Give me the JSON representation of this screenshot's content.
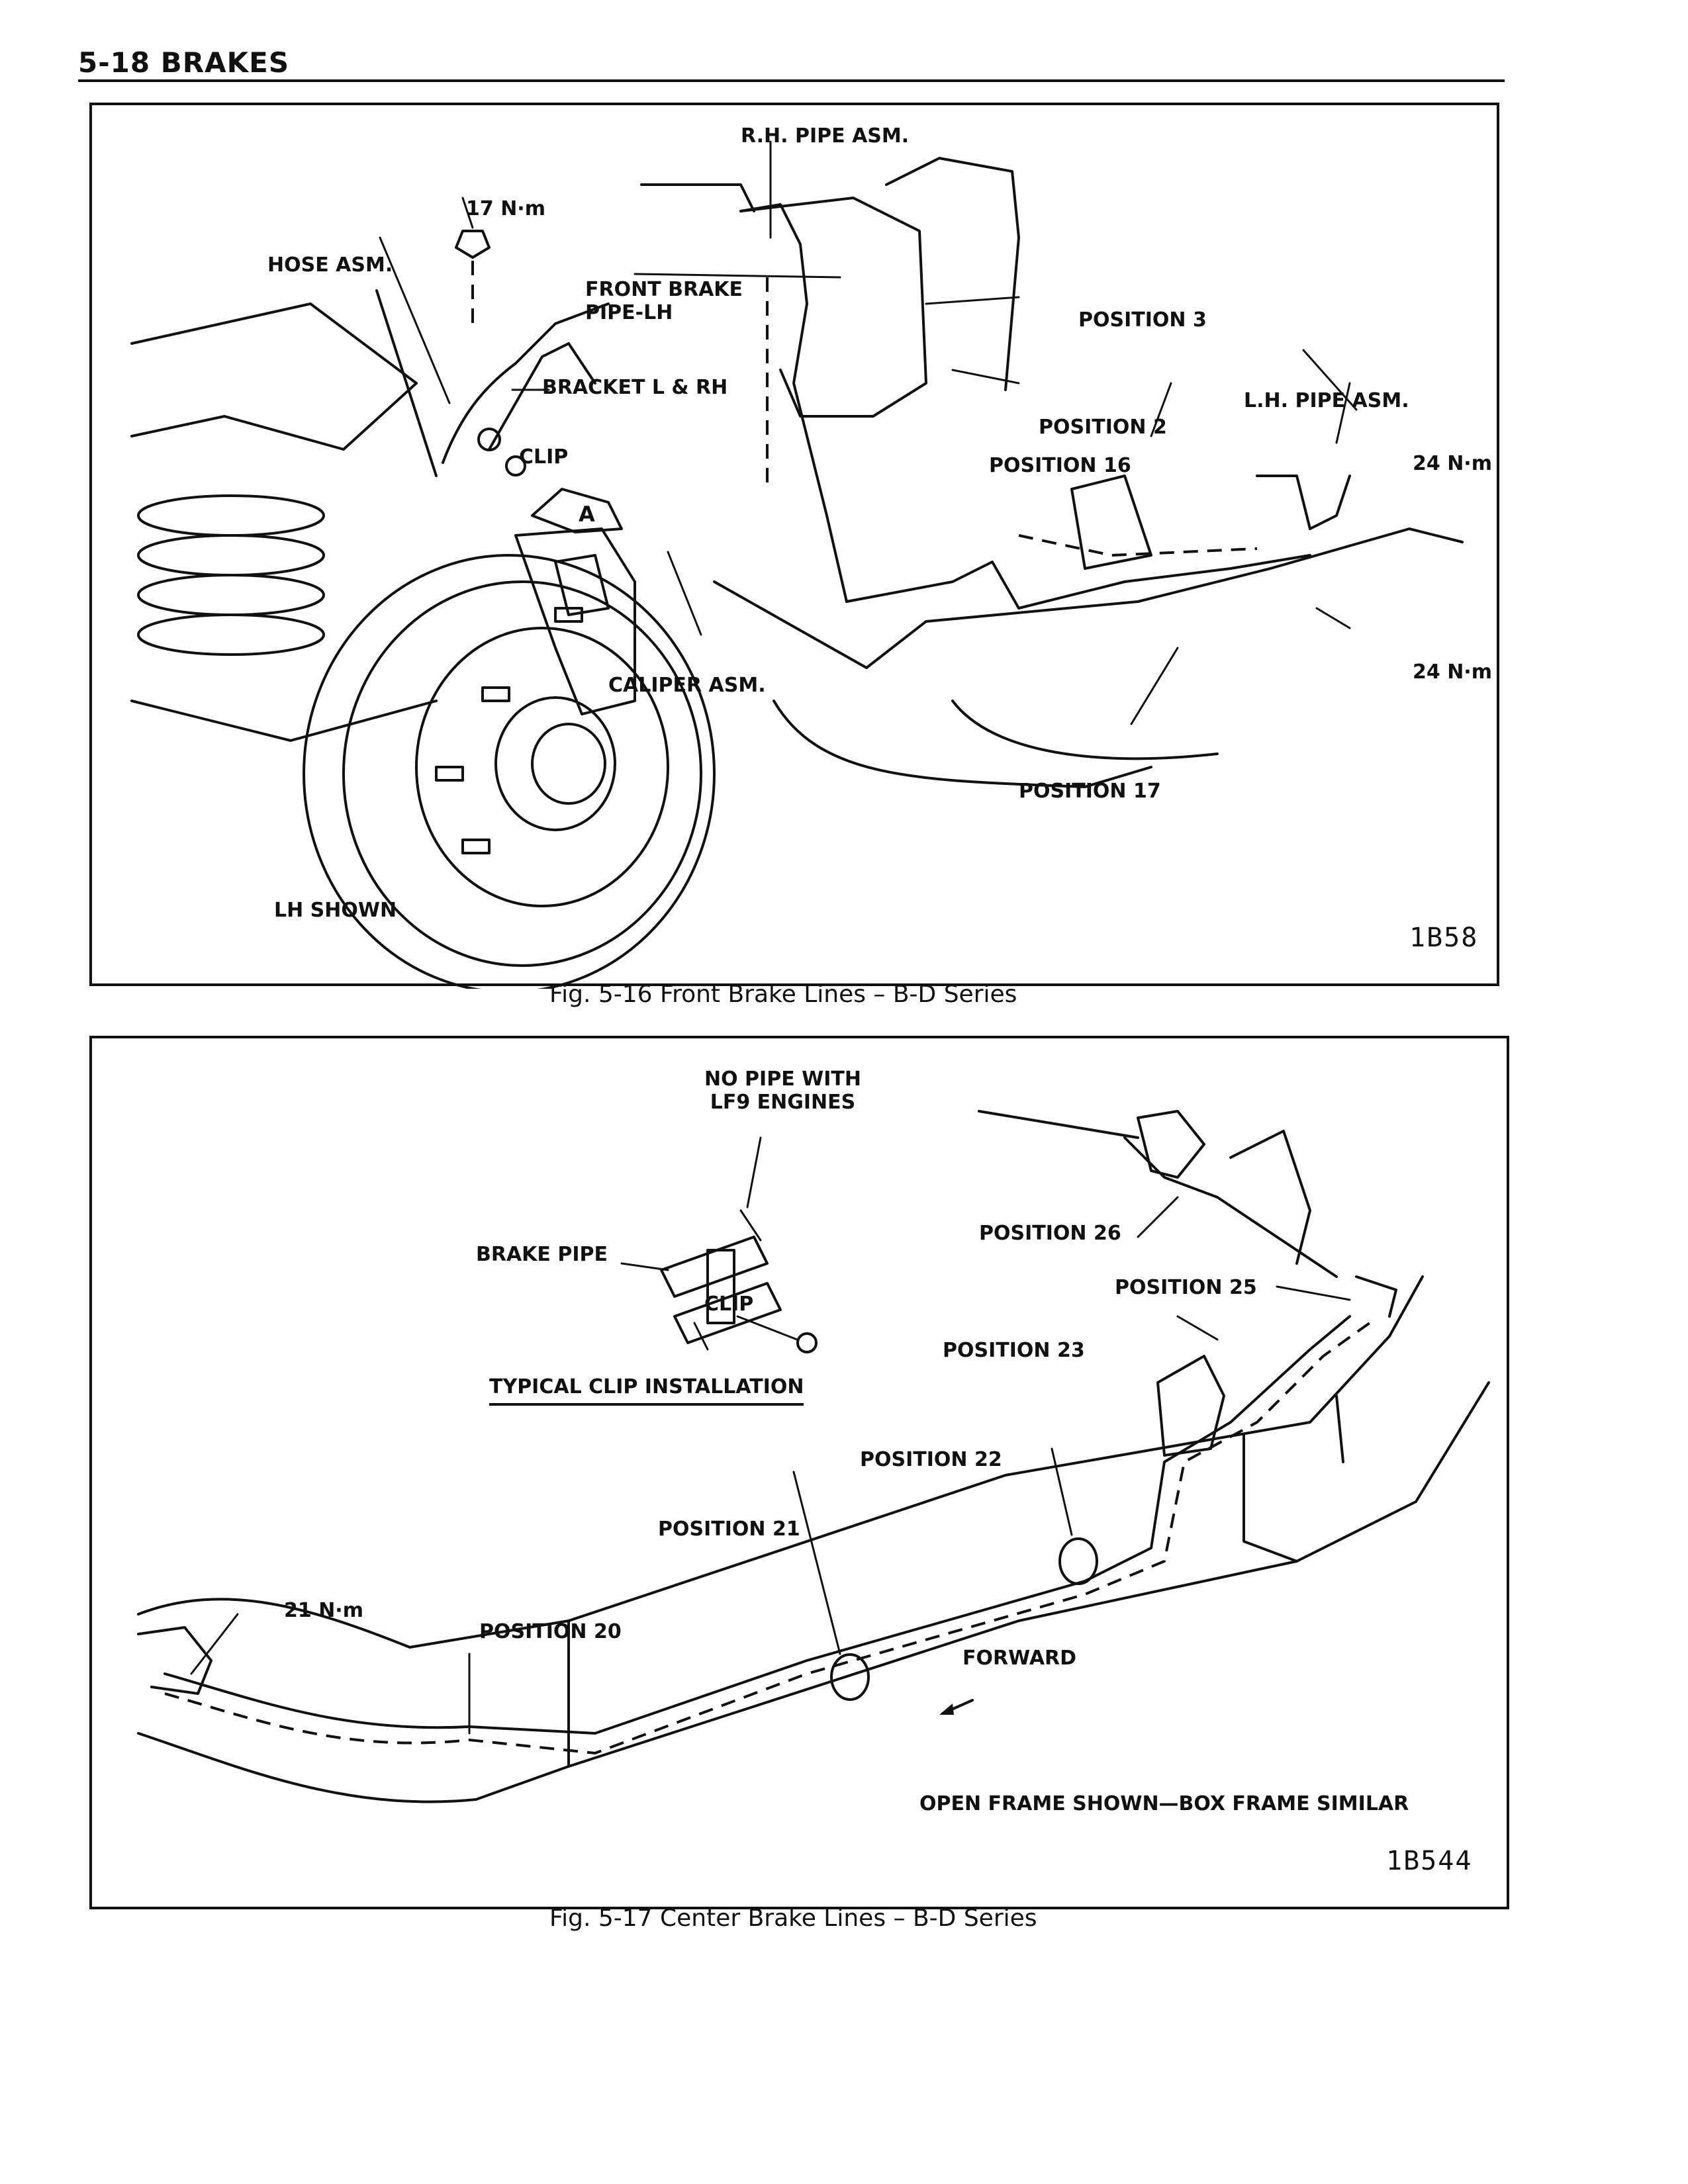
{
  "page": {
    "header": "5-18 BRAKES"
  },
  "fig16": {
    "caption": "Fig. 5-16 Front Brake Lines – B-D Series",
    "code": "1B58",
    "labels": {
      "rh_pipe": "R.H. PIPE ASM.",
      "torque_17": "17 N·m",
      "hose": "HOSE ASM.",
      "front_brake_pipe": "FRONT BRAKE\nPIPE-LH",
      "position3": "POSITION 3",
      "bracket": "BRACKET L & RH",
      "lh_pipe": "L.H. PIPE ASM.",
      "position2": "POSITION 2",
      "clip": "CLIP",
      "position16": "POSITION 16",
      "torque_24a": "24 N·m",
      "view_a": "A",
      "caliper": "CALIPER ASM.",
      "torque_24b": "24 N·m",
      "position17": "POSITION 17",
      "lh_shown": "LH SHOWN"
    }
  },
  "fig17": {
    "caption": "Fig. 5-17 Center Brake Lines – B-D Series",
    "code": "1B544",
    "labels": {
      "no_pipe": "NO PIPE WITH\nLF9 ENGINES",
      "brake_pipe": "BRAKE PIPE",
      "clip": "CLIP",
      "typical_clip": "TYPICAL CLIP INSTALLATION",
      "position26": "POSITION 26",
      "position25": "POSITION 25",
      "position23": "POSITION 23",
      "position22": "POSITION 22",
      "position21": "POSITION 21",
      "torque_21": "21 N·m",
      "position20": "POSITION 20",
      "forward": "FORWARD",
      "open_frame": "OPEN FRAME SHOWN—BOX FRAME SIMILAR"
    }
  }
}
